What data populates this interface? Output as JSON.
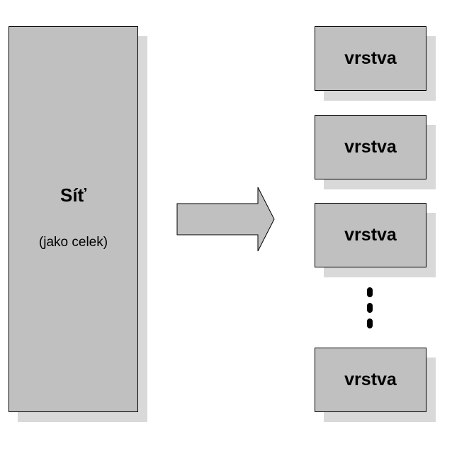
{
  "network": {
    "title": "Síť",
    "subtitle": "(jako celek)"
  },
  "layers": [
    {
      "label": "vrstva"
    },
    {
      "label": "vrstva"
    },
    {
      "label": "vrstva"
    },
    {
      "label": "vrstva"
    }
  ],
  "colors": {
    "box_fill": "#c0c0c0",
    "shadow": "#d9d9d9",
    "stroke": "#000000"
  }
}
